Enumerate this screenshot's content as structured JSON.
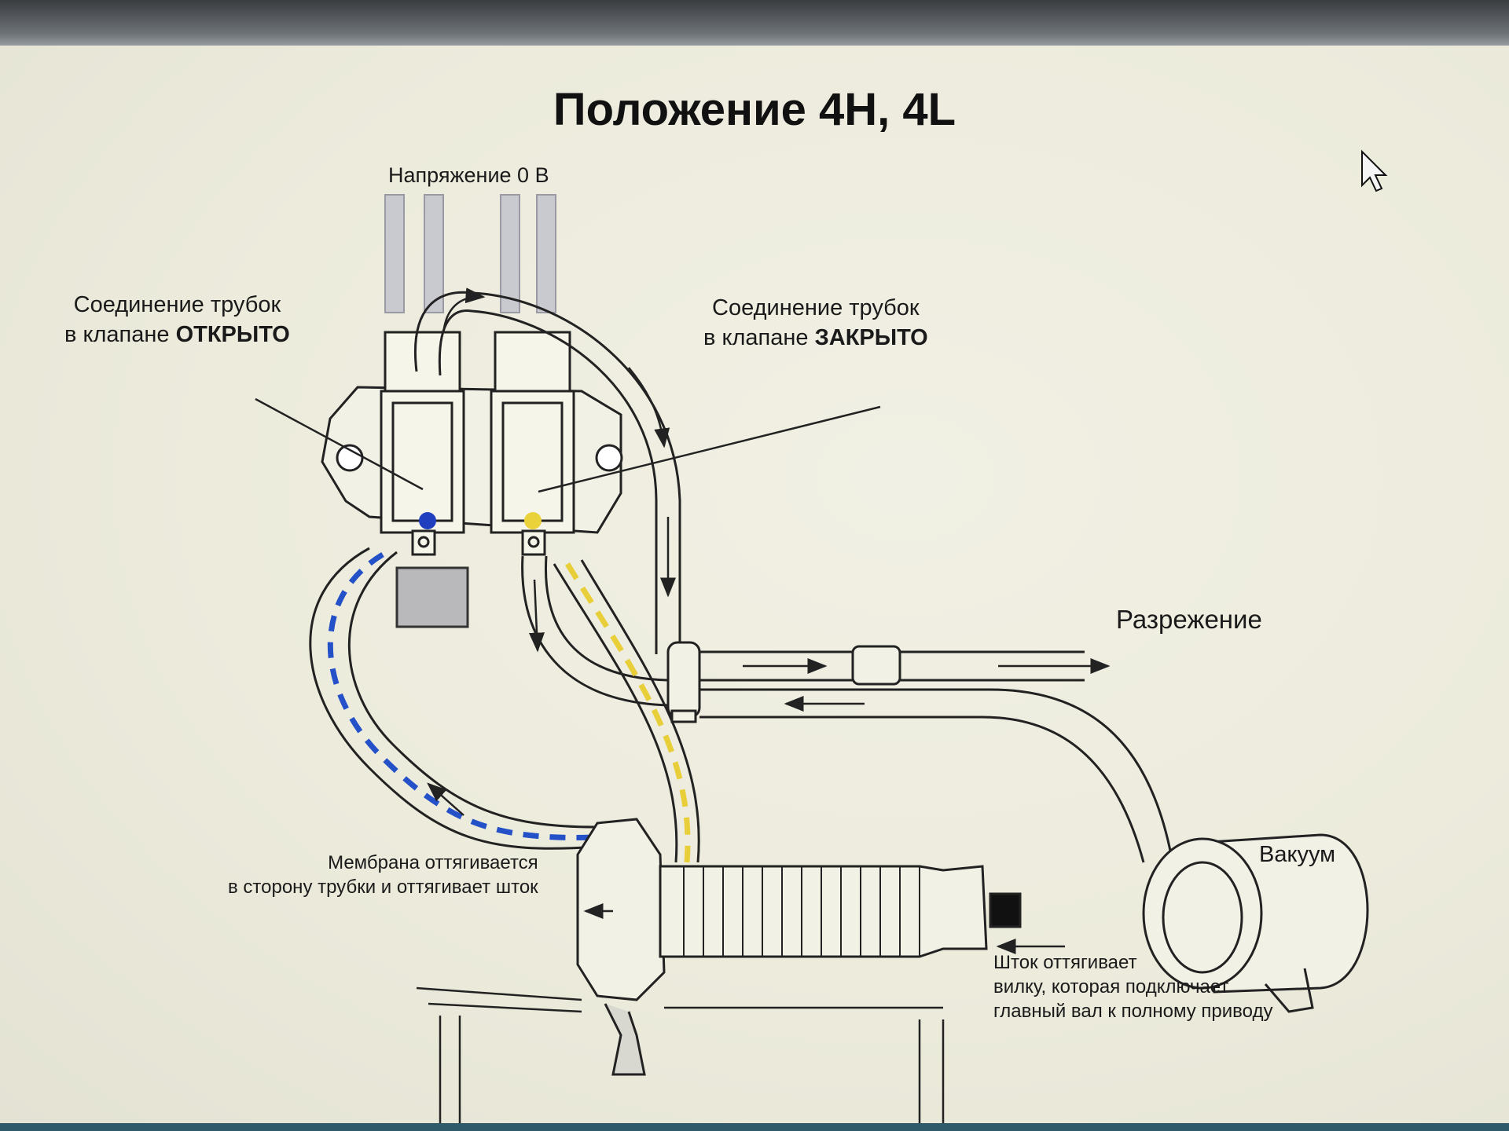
{
  "title": "Положение 4H, 4L",
  "labels": {
    "voltage": "Напряжение 0 В",
    "valve_open_line1": "Соединение трубок",
    "valve_open_line2_prefix": "в клапане",
    "valve_open_state": "ОТКРЫТО",
    "valve_closed_line1": "Соединение трубок",
    "valve_closed_line2_prefix": "в клапане",
    "valve_closed_state": "ЗАКРЫТО",
    "vacuum_out": "Разрежение",
    "vacuum_tank": "Вакуум",
    "membrane_line1": "Мембрана оттягивается",
    "membrane_line2": "в сторону трубки и оттягивает шток",
    "rod_line1": "Шток оттягивает",
    "rod_line2": "вилку, которая подключает",
    "rod_line3": "главный вал к полному приводу"
  },
  "colors": {
    "open_valve_dot": "#1f3fbf",
    "closed_valve_dot": "#e9d23a",
    "blue_dash": "#2450c8",
    "yellow_dash": "#e8cf3a",
    "line": "#222222"
  },
  "icons": [
    "mouse-cursor-icon"
  ]
}
